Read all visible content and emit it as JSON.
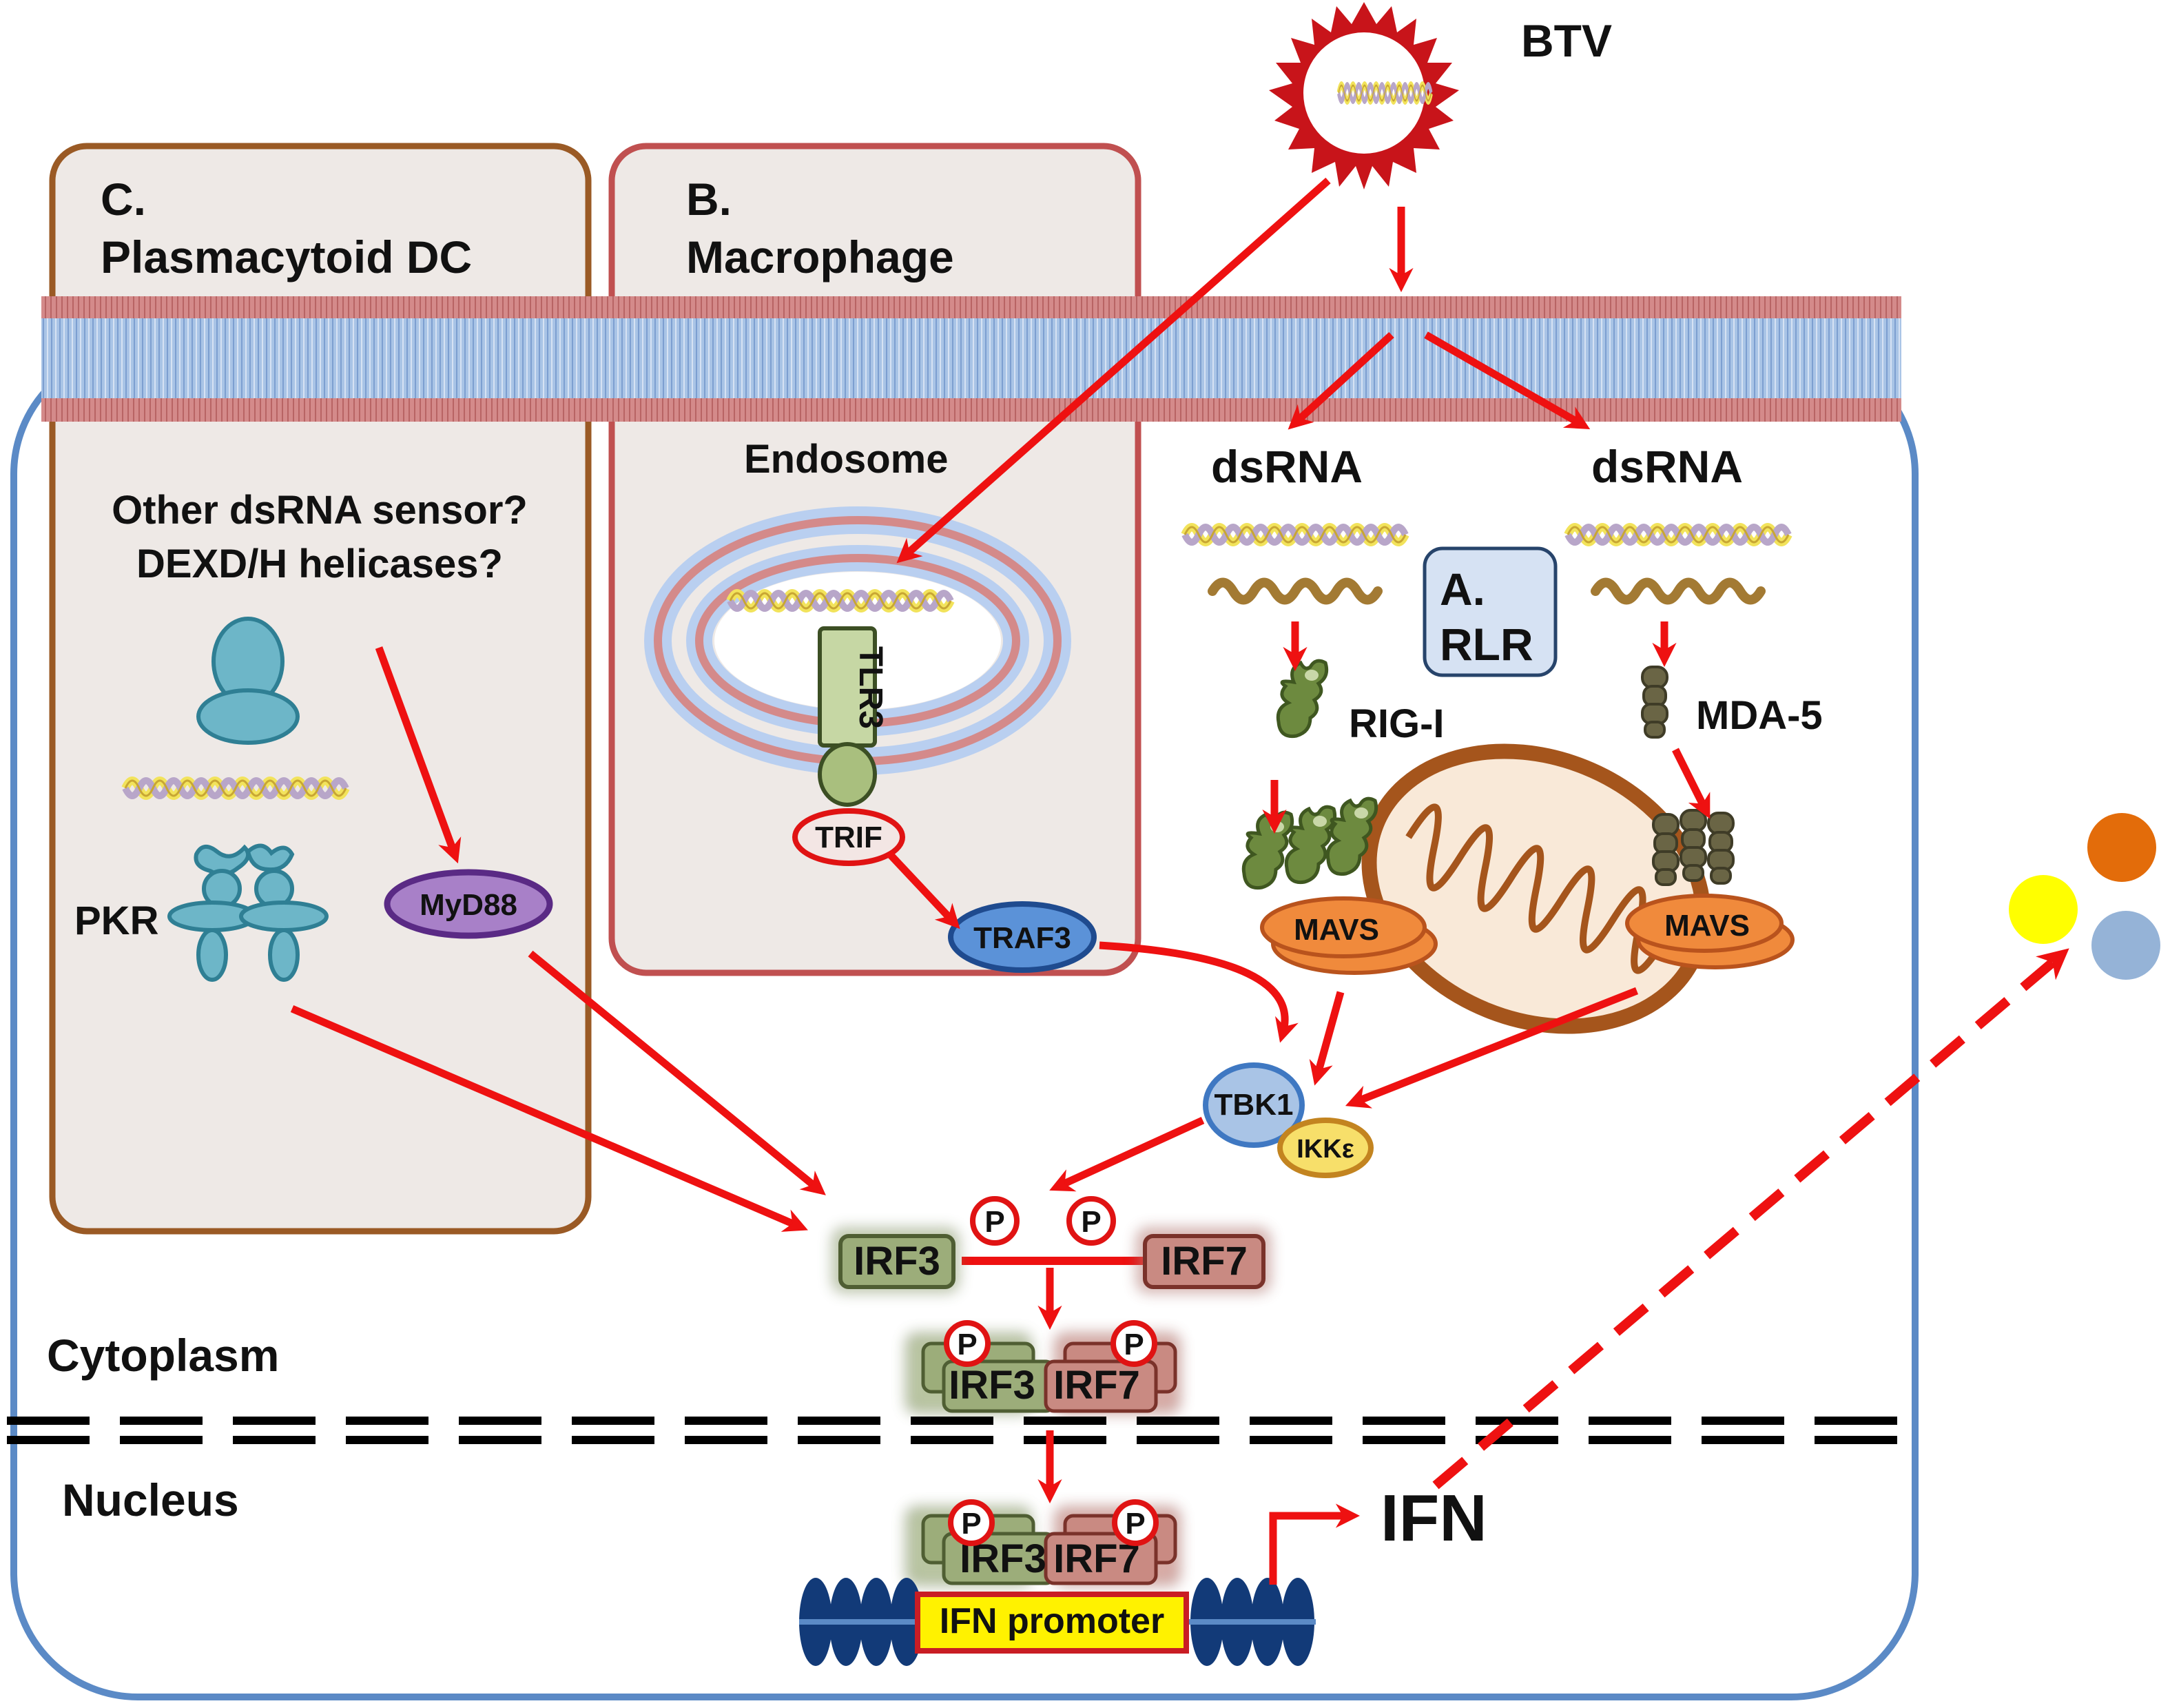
{
  "labels": {
    "virus": "BTV",
    "panel_c_letter": "C.",
    "panel_c_name": "Plasmacytoid DC",
    "panel_b_letter": "B.",
    "panel_b_name": "Macrophage",
    "panel_a_letter": "A.",
    "panel_a_name": "RLR",
    "endosome": "Endosome",
    "tlr3": "TLR3",
    "trif": "TRIF",
    "traf3": "TRAF3",
    "dsrna_left": "dsRNA",
    "dsrna_right": "dsRNA",
    "rig_i": "RIG-I",
    "mda5": "MDA-5",
    "mavs_left": "MAVS",
    "mavs_right": "MAVS",
    "other_sensor_line1": "Other dsRNA sensor?",
    "other_sensor_line2": "DEXD/H helicases?",
    "pkr": "PKR",
    "myd88": "MyD88",
    "tbk1": "TBK1",
    "ikke": "IKKε",
    "irf3": "IRF3",
    "irf7": "IRF7",
    "irf3_dimer": "IRF3",
    "irf7_dimer": "IRF7",
    "irf3_promoter": "IRF3",
    "irf7_promoter": "IRF7",
    "phospho": "P",
    "cytoplasm": "Cytoplasm",
    "nucleus": "Nucleus",
    "ifn_promoter": "IFN promoter",
    "ifn": "IFN"
  },
  "colors": {
    "arrow": "#ee1111",
    "cell_border": "#5b8ac6",
    "pdc_border": "#9a5a25",
    "macrophage_border": "#c05050",
    "panel_fill": "#ece6e2",
    "membrane_blue": "#a9c4e6",
    "membrane_red": "#cf7d7d",
    "rna_yellow": "#f2e35b",
    "rna_brown": "#a37a33",
    "rig_green": "#5d7a35",
    "mda_olive": "#615d40",
    "mito_brown": "#a5551c",
    "mavs_orange": "#f08a3c",
    "pkr_teal": "#6db6c8",
    "myd88_purple": "#a880c8",
    "tbk1_blue": "#a9c4e6",
    "ikke_yellow": "#f7df6a",
    "irf3_green": "#9cad7a",
    "irf7_red": "#c98a82",
    "promoter_yellow": "#fff200",
    "chromatin_navy": "#123a78",
    "dot_orange": "#e36c0a",
    "dot_yellow": "#ffff00",
    "dot_blue": "#95b3d7"
  }
}
